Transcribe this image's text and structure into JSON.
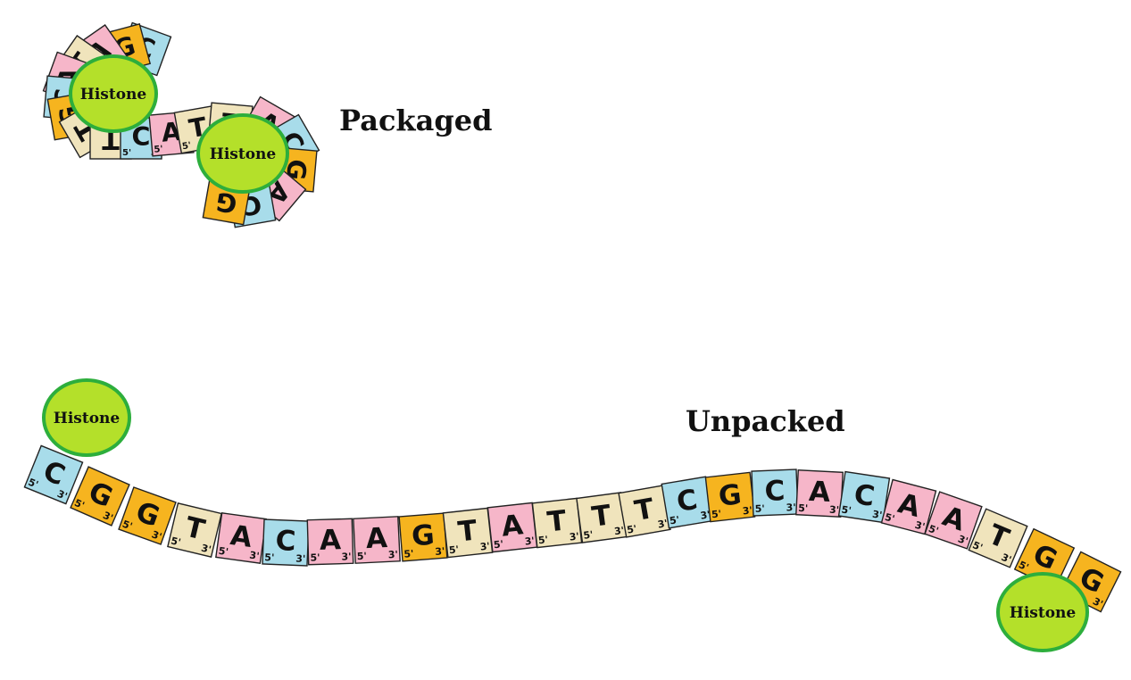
{
  "labels": {
    "packaged": "Packaged",
    "unpacked": "Unpacked"
  },
  "histone_label": "Histone",
  "end_labels": {
    "five_prime": "5'",
    "three_prime": "3'"
  },
  "base_colors": {
    "A": "#f6b6c9",
    "C": "#a8dcea",
    "G": "#f6b41f",
    "T": "#f0e4bc"
  },
  "histone_colors": {
    "fill": "#b4e02a",
    "stroke": "#2dae3c"
  },
  "unpacked_sequence": [
    "C",
    "G",
    "G",
    "T",
    "A",
    "C",
    "A",
    "A",
    "G",
    "T",
    "A",
    "T",
    "T",
    "T",
    "C",
    "G",
    "C",
    "A",
    "C",
    "A",
    "A",
    "T",
    "G",
    "G"
  ],
  "packaged_sequence": [
    "C",
    "G",
    "A",
    "T",
    "A",
    "C",
    "G",
    "T",
    "T",
    "C",
    "A",
    "T",
    "T",
    "A",
    "C",
    "G",
    "A",
    "C",
    "G"
  ]
}
